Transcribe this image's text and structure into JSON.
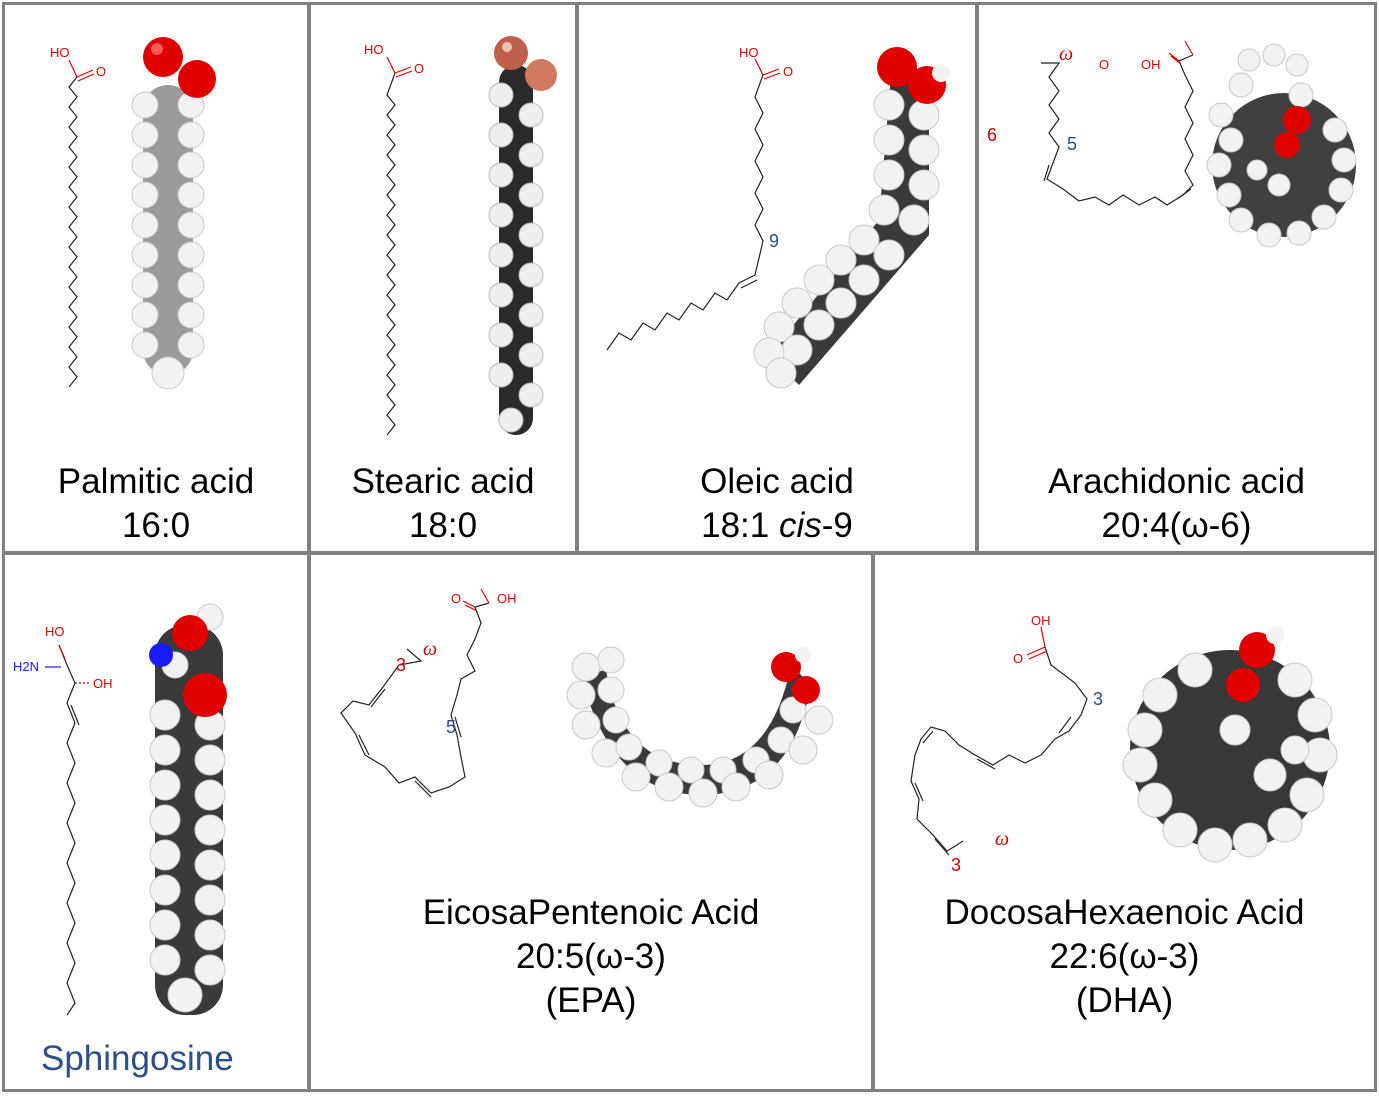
{
  "colors": {
    "border": "#808080",
    "oxygen": "#e00000",
    "nitrogen": "#1a1aff",
    "hydrogen": "#f2f2f2",
    "carbon_light": "#9a9a9a",
    "carbon_dark": "#3a3a3a",
    "omega_red": "#d00000",
    "position_blue": "#2c4f8c",
    "sphingosine_label": "#2c4f8c"
  },
  "atoms": {
    "ho": "HO",
    "oh": "OH",
    "o": "O",
    "h2n": "H2N",
    "omega": "ω"
  },
  "panels": [
    {
      "name": "Palmitic acid",
      "notation": "16:0"
    },
    {
      "name": "Stearic acid",
      "notation": "18:0"
    },
    {
      "name": "Oleic acid",
      "notation_prefix": "18:1 ",
      "notation_italic": "cis",
      "notation_suffix": "-9",
      "marker": "9"
    },
    {
      "name": "Arachidonic acid",
      "notation": "20:4(ω-6)",
      "marker_red": "6",
      "marker_blue": "5"
    },
    {
      "name": "Sphingosine"
    },
    {
      "name": "EicosaPentenoic Acid",
      "notation": "20:5(ω-3)",
      "abbr": "(EPA)",
      "marker_red": "3",
      "marker_blue": "5"
    },
    {
      "name": "DocosaHexaenoic Acid",
      "notation": "22:6(ω-3)",
      "abbr": "(DHA)",
      "marker_red": "3",
      "marker_blue": "3"
    }
  ]
}
